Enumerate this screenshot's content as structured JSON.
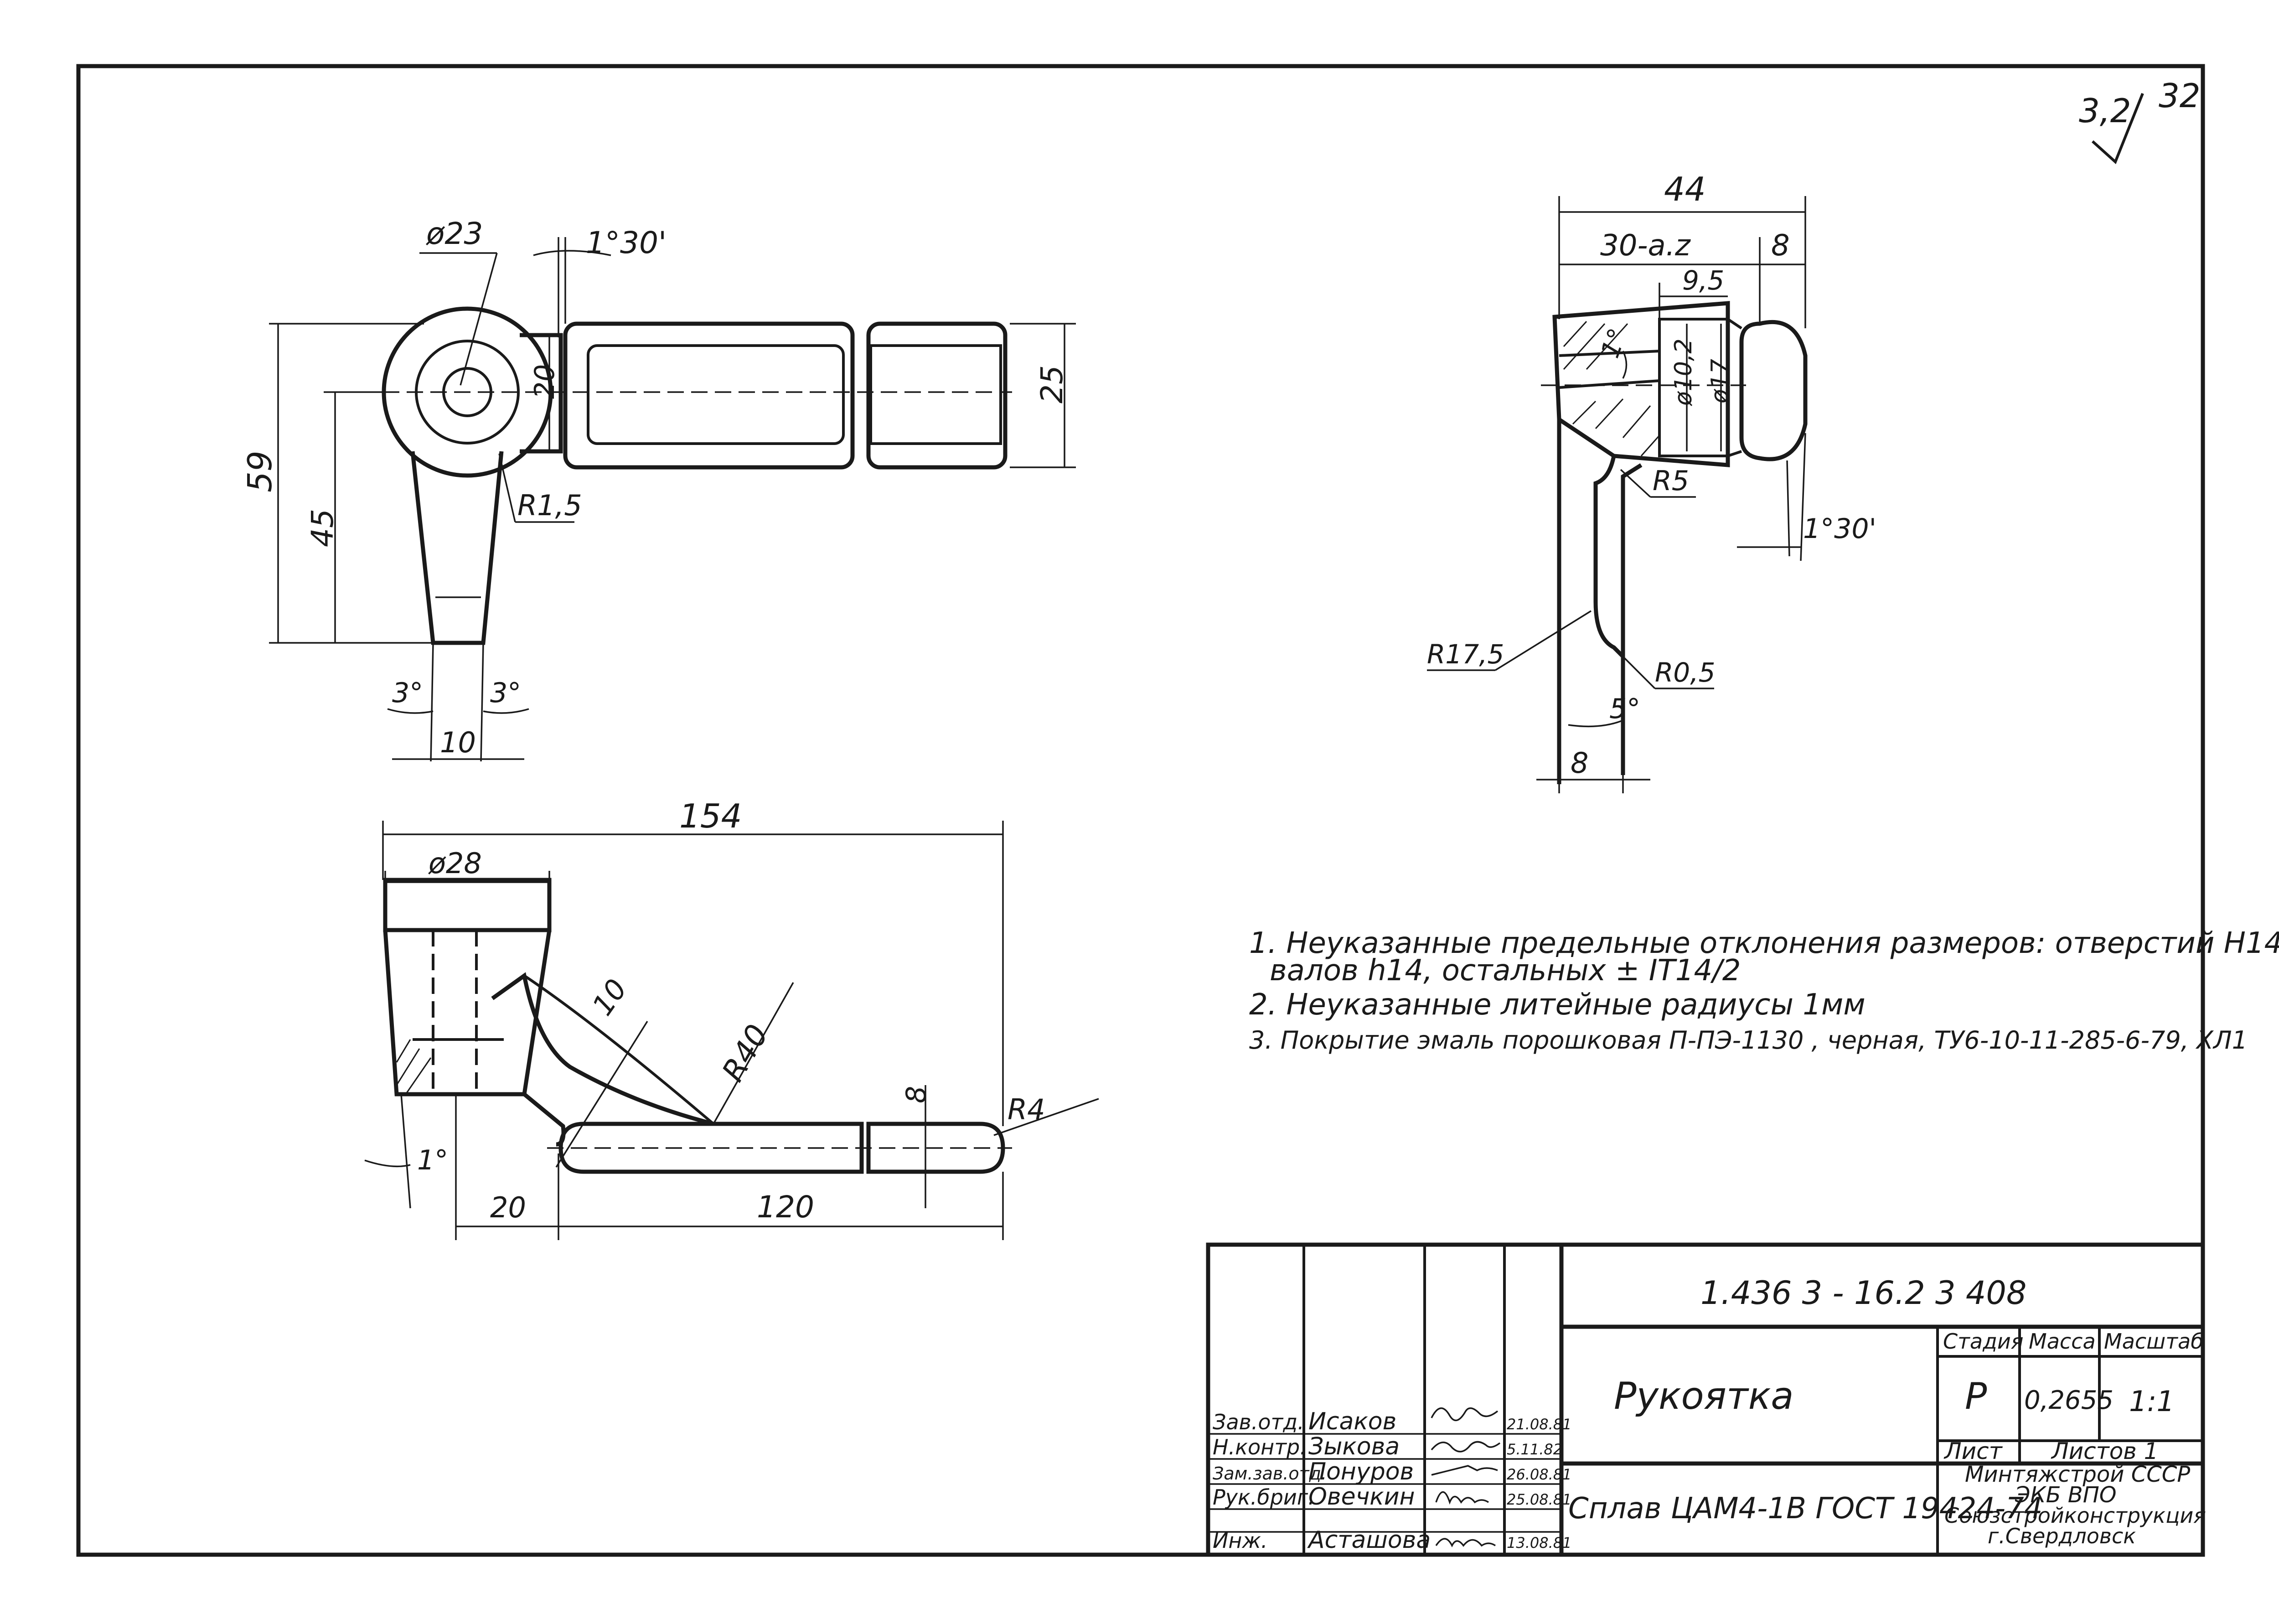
{
  "roughness": {
    "corner_value": "3,2",
    "corner_stamp": "32"
  },
  "top_view": {
    "diameter": "ø23",
    "angle": "1°30'",
    "height_total": "59",
    "height_lever": "45",
    "boss_height": "20",
    "grip_height": "25",
    "radius": "R1,5",
    "taper_left": "3°",
    "taper_right": "3°",
    "tip_width": "10"
  },
  "side_view": {
    "width_total": "44",
    "width_mid": "30-a.z",
    "width_end": "8",
    "depth": "9,5",
    "bore_small": "ø10,2",
    "bore_large": "ø17",
    "taper": "1°",
    "radius_fillet": "R5",
    "end_angle": "1°30'",
    "radius_large": "R17,5",
    "radius_small": "R0,5",
    "draft": "5°",
    "bottom_width": "8"
  },
  "front_view": {
    "length_total": "154",
    "hub_diameter": "ø28",
    "rib": "10",
    "radius_arc": "R40",
    "bar_height": "8",
    "radius_end": "R4",
    "draft": "1°",
    "offset": "20",
    "bar_length": "120"
  },
  "notes": [
    "1. Неуказанные предельные отклонения размеров: отверстий H14",
    "валов h14, остальных ± IT14/2",
    "2. Неуказанные литейные радиусы 1мм",
    "3. Покрытие эмаль порошковая П-ПЭ-1130 , черная, ТУ6-10-11-285-6-79, ХЛ1"
  ],
  "title_block": {
    "doc_code": "1.436 3 - 16.2  3 408",
    "part_name": "Рукоятка",
    "material": "Сплав ЦАМ4-1В ГОСТ 19424-74",
    "col_stage": "Стадия",
    "col_mass": "Масса",
    "col_scale": "Масштаб",
    "stage": "Р",
    "mass": "0,2655",
    "scale": "1:1",
    "sheet_label": "Лист",
    "sheets_label": "Листов 1",
    "organization": [
      "Минтяжстрой СССР",
      "ЭКБ  ВПО",
      "Союзстройконструкция",
      "г.Свердловск"
    ],
    "signers": [
      {
        "role": "Зав.отд.",
        "name": "Исаков",
        "date": "21.08.81"
      },
      {
        "role": "Н.контр.",
        "name": "Зыкова",
        "date": "5.11.82"
      },
      {
        "role": "Зам.зав.отд.",
        "name": "Понуров",
        "date": "26.08.81"
      },
      {
        "role": "Рук.бриг.",
        "name": "Овечкин",
        "date": "25.08.81"
      },
      {
        "role": "Инж.",
        "name": "Асташова",
        "date": "13.08.81"
      }
    ]
  }
}
